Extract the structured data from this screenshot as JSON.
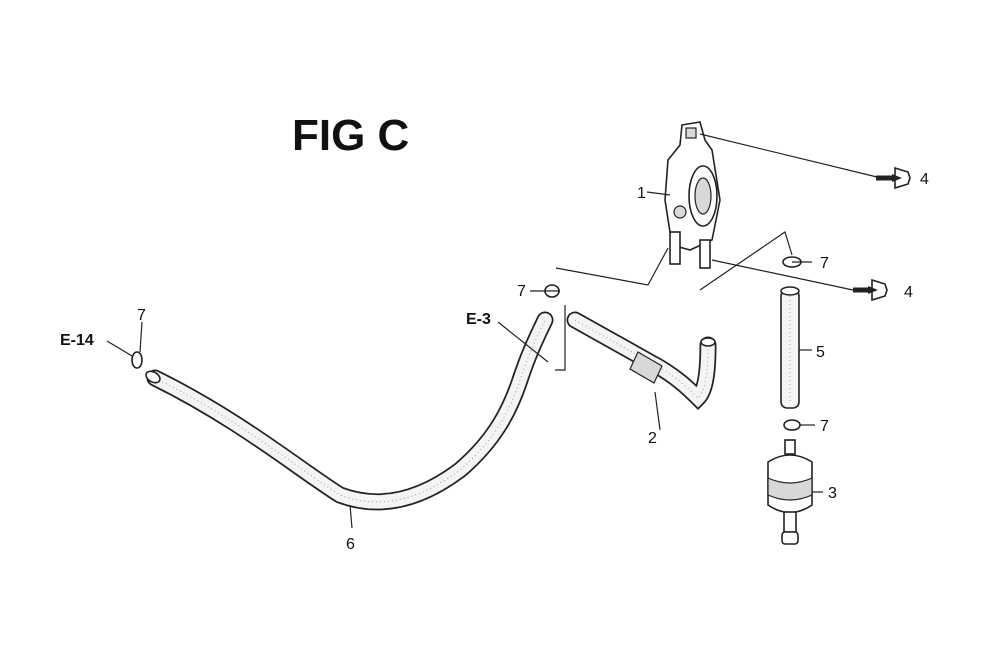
{
  "title": "FIG C",
  "callouts": {
    "fuel_pump": "1",
    "hose_short": "2",
    "fuel_filter": "3",
    "screw_upper": "4",
    "screw_lower": "4",
    "hose_filter": "5",
    "hose_long": "6",
    "clip_pump_right": "7",
    "clip_pump_left": "7",
    "clip_filter": "7",
    "clip_hose_end": "7"
  },
  "references": {
    "e14": "E-14",
    "e3": "E-3"
  }
}
